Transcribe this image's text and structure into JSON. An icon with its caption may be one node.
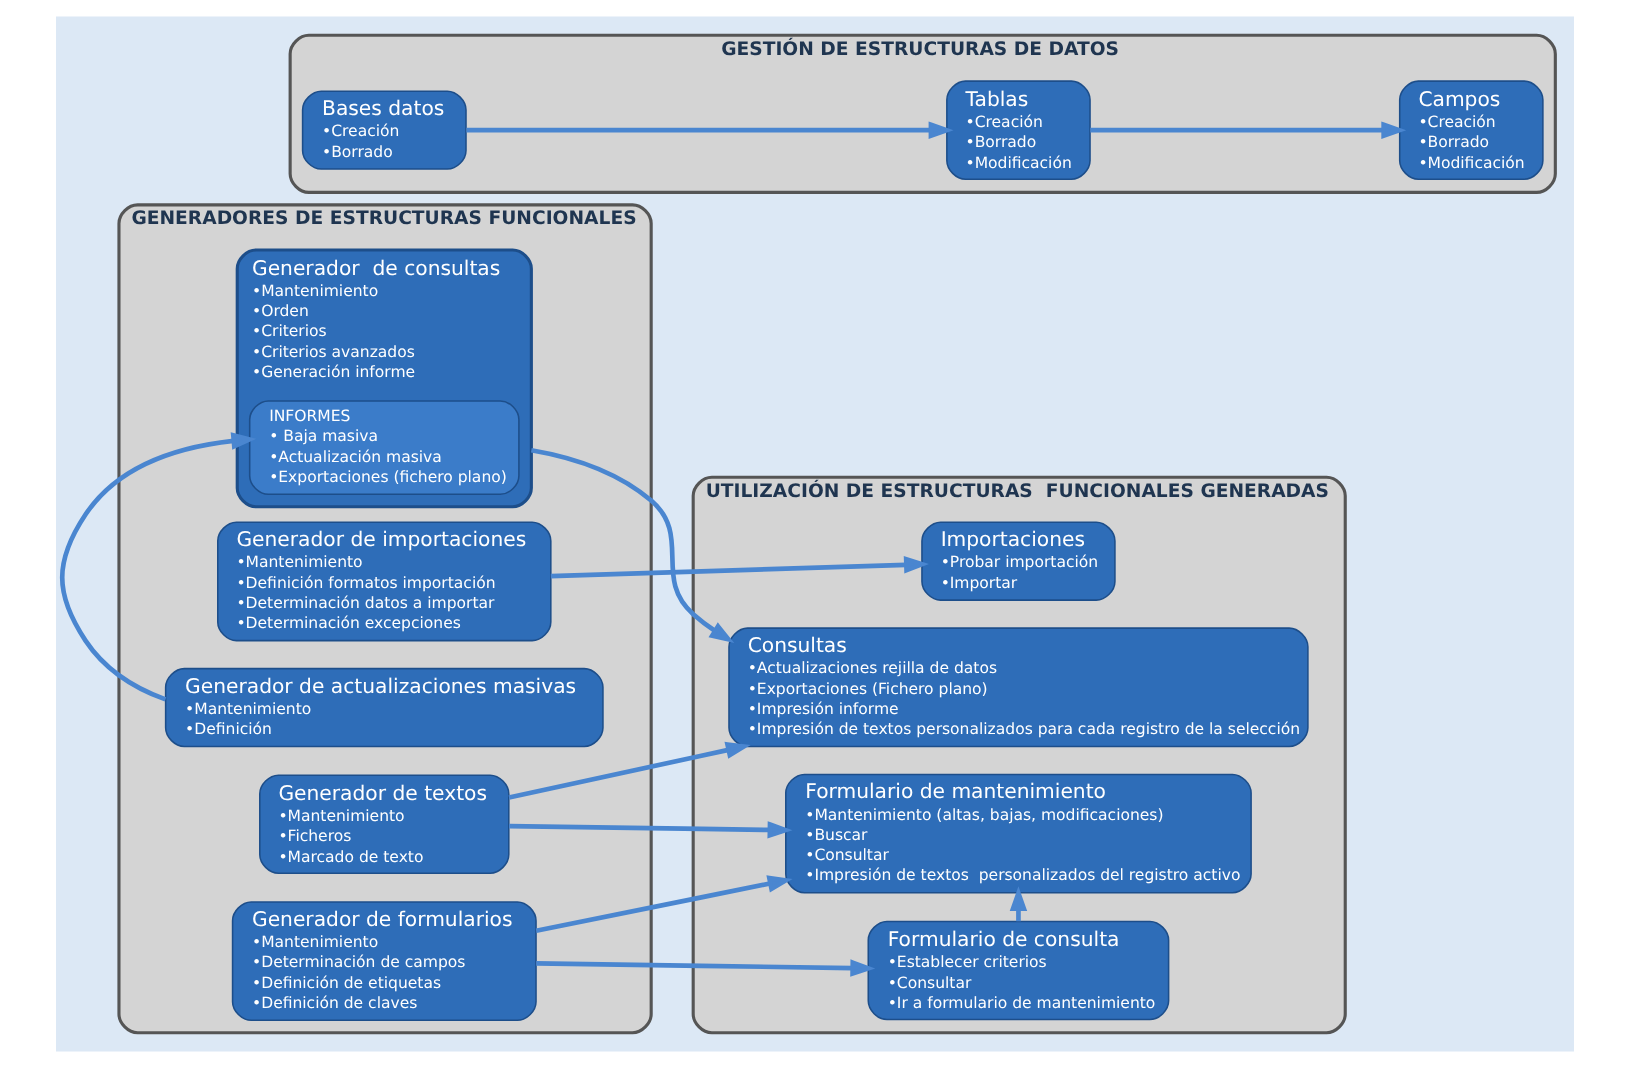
{
  "diagram": {
    "nodes": [
      {
        "text": [
          "GENERADORES DE ESTRUCTURAS FUNCIONALES"
        ]
      },
      {
        "text": [
          "Generador de importaciones",
          "•Mantenimiento",
          "•Definición formatos importación",
          "•Determinación datos a importar",
          "•Determinación excepciones"
        ],
        "in": 0
      },
      {
        "text": [
          "Generador de formularios",
          "•Mantenimiento",
          "•Determinación de campos",
          "•Definición de etiquetas",
          "•Definición de claves"
        ],
        "in": 0
      },
      {
        "text": [
          "Generador de textos",
          "•Mantenimiento",
          "•Ficheros",
          "•Marcado de texto"
        ],
        "in": 0
      },
      {
        "text": [
          "Generador  de consultas",
          "•Mantenimiento",
          "•Orden",
          "•Criterios",
          "•Criterios avanzados",
          "•Generación informe"
        ],
        "in": 0
      },
      {
        "text": [
          "INFORMES",
          "• Baja masiva",
          "•Actualización masiva",
          "•Exportaciones (fichero plano)"
        ],
        "in": 4
      },
      {
        "text": [
          "Generador de actualizaciones masivas",
          "•Mantenimiento",
          "•Definición"
        ],
        "in": 0
      },
      {
        "text": [
          "UTILIZACIÓN DE ESTRUCTURAS  FUNCIONALES GENERADAS"
        ]
      },
      {
        "text": [
          "Importaciones",
          "•Probar importación",
          "•Importar"
        ],
        "in": 7
      },
      {
        "text": [
          "Formulario de consulta",
          "•Establecer criterios",
          "•Consultar",
          "•Ir a formulario de mantenimiento"
        ],
        "in": 7
      },
      {
        "text": [
          "Formulario de mantenimiento",
          "•Mantenimiento (altas, bajas, modificaciones)",
          "•Buscar",
          "•Consultar",
          "•Impresión de textos  personalizados del registro activo"
        ],
        "in": 7
      },
      {
        "text": [
          "Consultas",
          "•Actualizaciones rejilla de datos",
          "•Exportaciones (Fichero plano)",
          "•Impresión informe",
          "•Impresión de textos personalizados para cada registro de la selección"
        ],
        "in": 7
      },
      {
        "text": [
          "GESTIÓN DE ESTRUCTURAS DE DATOS"
        ]
      },
      {
        "text": [
          "Bases datos",
          "•Creación",
          "•Borrado"
        ],
        "in": 12
      },
      {
        "text": [
          "Tablas",
          "•Creación",
          "•Borrado",
          "•Modificación"
        ],
        "in": 12
      },
      {
        "text": [
          "Campos",
          "•Creación",
          "•Borrado",
          "•Modificación"
        ],
        "in": 12
      }
    ],
    "edges": [
      {
        "from": 1,
        "to": 8,
        "arrow": "to"
      },
      {
        "from": 2,
        "to": 9,
        "arrow": "to"
      },
      {
        "from": 2,
        "to": 10,
        "arrow": "to"
      },
      {
        "from": 3,
        "to": 10,
        "arrow": "to"
      },
      {
        "from": 3,
        "to": 11,
        "arrow": "to"
      },
      {
        "from": 4,
        "to": 11,
        "arrow": "to"
      },
      {
        "from": 9,
        "to": 10,
        "arrow": "to"
      },
      {
        "from": 6,
        "to": 5,
        "arrow": "to"
      },
      {
        "from": 13,
        "to": 14,
        "arrow": "to"
      },
      {
        "from": 14,
        "to": 15,
        "arrow": "to"
      }
    ]
  }
}
